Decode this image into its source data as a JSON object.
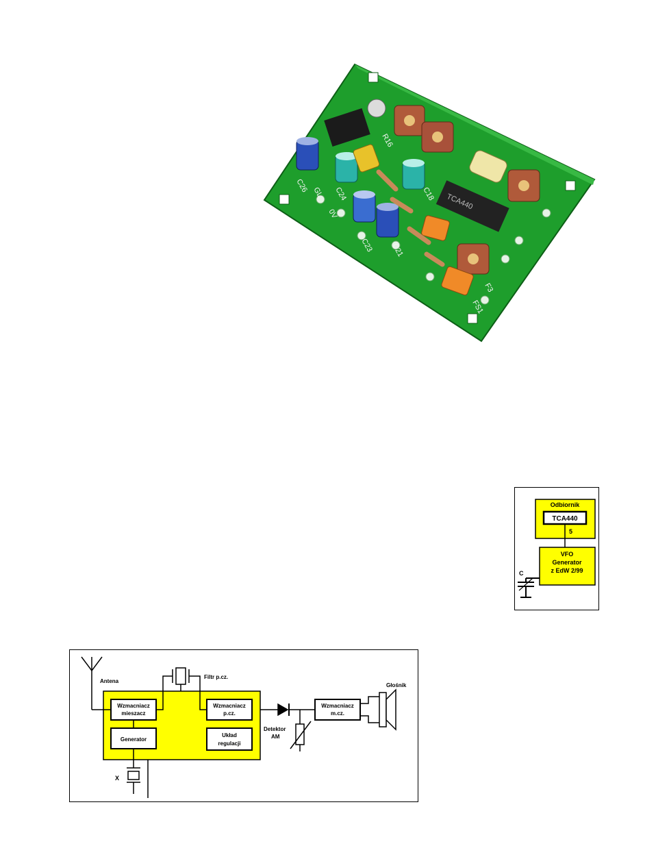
{
  "photo": {
    "silkscreen_labels": [
      "C26",
      "C24",
      "C23",
      "C21",
      "C18",
      "R16",
      "GL",
      "0V",
      "FS1",
      "F3"
    ],
    "chip_label": "TCA440",
    "colors": {
      "pcb": "#1e9e2c",
      "trimmer": "#b05a3a",
      "cap_blue": "#2a4fb8",
      "cap_orange": "#f08a28",
      "cap_yellow": "#e8c22a"
    }
  },
  "vfo_diagram": {
    "block1_title": "Odbiornik",
    "chip": "TCA440",
    "pin": "5",
    "block2_line1": "VFO",
    "block2_line2": "Generator",
    "block2_line3": "z EdW 2/99",
    "cap_label": "C",
    "colors": {
      "block": "#ffff00"
    }
  },
  "block_diagram": {
    "antenna": "Antena",
    "filter": "Filtr p.cz.",
    "speaker": "Głośnik",
    "mixer_line1": "Wzmacniacz",
    "mixer_line2": "mieszacz",
    "generator": "Generator",
    "if_amp_line1": "Wzmacniacz",
    "if_amp_line2": "p.cz.",
    "agc_line1": "Układ",
    "agc_line2": "regulacji",
    "detector_line1": "Detektor",
    "detector_line2": "AM",
    "af_amp_line1": "Wzmacniacz",
    "af_amp_line2": "m.cz.",
    "crystal": "X",
    "colors": {
      "block": "#ffff00"
    }
  }
}
